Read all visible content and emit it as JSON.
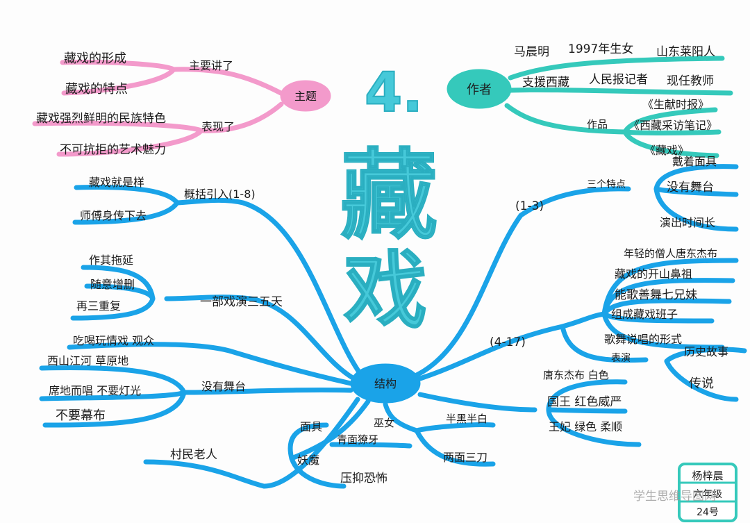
{
  "title": {
    "number": "4.",
    "line1": "藏",
    "line2": "戏"
  },
  "colors": {
    "blue": "#1aa3e8",
    "teal": "#35c9bb",
    "pink": "#f39acb",
    "title": "#46c9d9"
  },
  "center": {
    "label": "结构"
  },
  "theme": {
    "label": "主题",
    "main_label": "主要讲了",
    "main_items": [
      "藏戏的形成",
      "藏戏的特点"
    ],
    "show_label": "表现了",
    "show_items": [
      "藏戏强烈鲜明的民族特色",
      "不可抗拒的艺术魅力"
    ]
  },
  "author": {
    "label": "作者",
    "line1": [
      "马晨明",
      "1997年生女",
      "山东莱阳人"
    ],
    "line2": [
      "支援西藏",
      "人民报记者",
      "现任教师"
    ],
    "works_label": "作品",
    "works": [
      "《生献时报》",
      "《西藏采访笔记》",
      "《藏戏》"
    ]
  },
  "intro": {
    "label": "概括引入(1-8)",
    "items": [
      "藏戏就是样",
      "师傅身传下去"
    ]
  },
  "oneplay": {
    "label": "一部戏演三五天",
    "items": [
      "作其拖延",
      "随意增删",
      "再三重复"
    ]
  },
  "audience": {
    "text": "吃喝玩情戏 观众"
  },
  "nostage": {
    "label": "没有舞台",
    "items": [
      "西山江河 草原地",
      "席地而唱 不要灯光",
      "不要幕布"
    ]
  },
  "section13": {
    "label": "(1-3)",
    "sub": "三个特点",
    "items": [
      "戴着面具",
      "没有舞台",
      "演出时间长"
    ]
  },
  "section417": {
    "label": "(4-17)",
    "items": [
      "年轻的僧人唐东杰布",
      "藏戏的开山鼻祖",
      "能歌善舞七兄妹",
      "组成藏戏班子",
      "歌舞说唱的形式"
    ]
  },
  "perform": {
    "label": "表演",
    "items": [
      "历史故事",
      "传说"
    ]
  },
  "colorsmask": {
    "items": [
      "唐东杰布 白色",
      "国王 红色威严",
      "王妃 绿色 柔顺"
    ]
  },
  "mask": {
    "label": "面具",
    "items": [
      "妖魔",
      "青面獠牙",
      "压抑恐怖"
    ]
  },
  "witch": {
    "label": "巫女",
    "sub": "半黑半白",
    "item": "两面三刀"
  },
  "villager": {
    "text": "村民老人"
  },
  "name_box": {
    "lines": [
      "杨梓晨",
      "六年级",
      "24号"
    ]
  },
  "watermark": {
    "text": "学生思维导图网"
  }
}
